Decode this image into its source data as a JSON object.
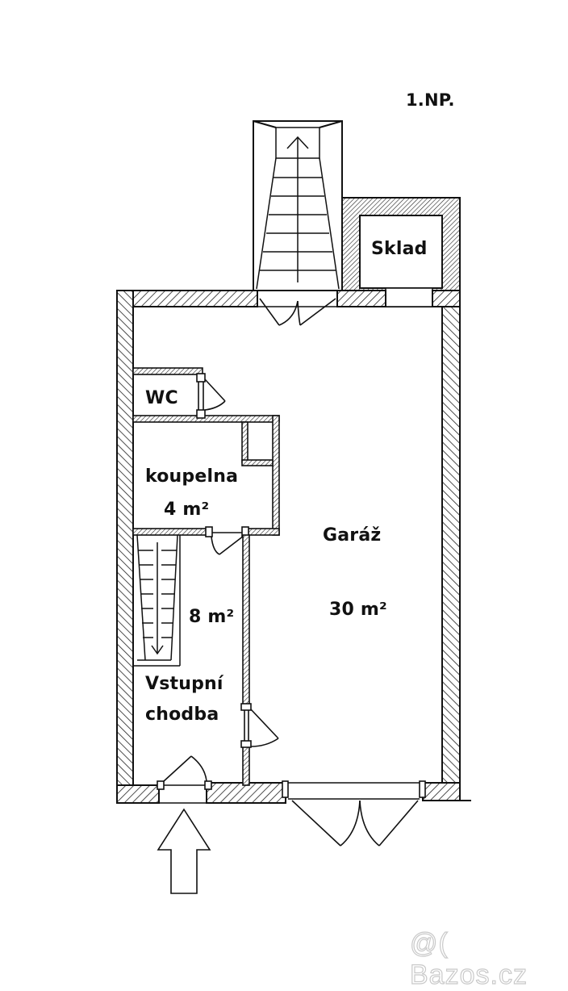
{
  "plan": {
    "floor_label": "1.NP.",
    "rooms": {
      "sklad": {
        "name": "Sklad"
      },
      "wc": {
        "name": "WC"
      },
      "koupelna": {
        "name": "koupelna",
        "area": "4 m²"
      },
      "chodba": {
        "name_line1": "Vstupní",
        "name_line2": "chodba",
        "area": "8 m²"
      },
      "garaz": {
        "name": "Garáž",
        "area": "30 m²"
      }
    },
    "icons": {
      "stairs_up": "stairs-up-arrow",
      "stairs_down": "stairs-down-arrow",
      "entrance": "entrance-arrow"
    },
    "colors": {
      "line": "#111111",
      "hatch": "#222222",
      "background": "#ffffff",
      "watermark": "#c9c9c9"
    }
  },
  "watermark": {
    "text": "@( Bazos.cz"
  }
}
